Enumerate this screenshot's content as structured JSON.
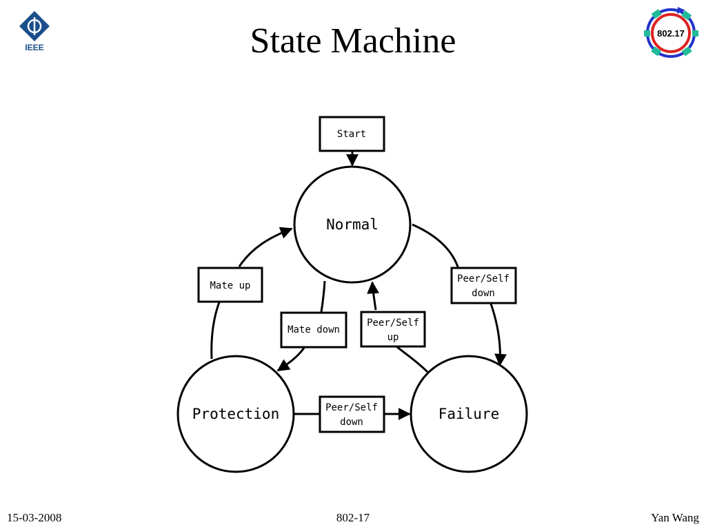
{
  "slide": {
    "title": "State Machine"
  },
  "logos": {
    "left_text": "IEEE",
    "right_text": "802.17"
  },
  "diagram": {
    "start": "Start",
    "states": {
      "normal": "Normal",
      "protection": "Protection",
      "failure": "Failure"
    },
    "transitions": {
      "mate_up": [
        "Mate up"
      ],
      "mate_down": [
        "Mate down"
      ],
      "peer_self_down_right": [
        "Peer/Self",
        "down"
      ],
      "peer_self_up": [
        "Peer/Self",
        "up"
      ],
      "peer_self_down_bottom": [
        "Peer/Self",
        "down"
      ]
    }
  },
  "footer": {
    "date": "15-03-2008",
    "center": "802-17",
    "author": "Yan Wang"
  }
}
